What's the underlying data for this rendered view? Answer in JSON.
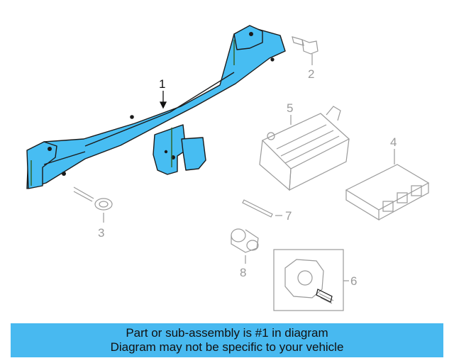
{
  "callouts": {
    "c1": "1",
    "c2": "2",
    "c3": "3",
    "c4": "4",
    "c5": "5",
    "c6": "6",
    "c7": "7",
    "c8": "8"
  },
  "banner": {
    "line1": "Part or sub-assembly is #1 in diagram",
    "line2": "Diagram may not be specific to your vehicle"
  },
  "colors": {
    "highlight": "#48b9f0",
    "part_fill": "#47bdf2",
    "line_gray": "#9a9a9a"
  }
}
